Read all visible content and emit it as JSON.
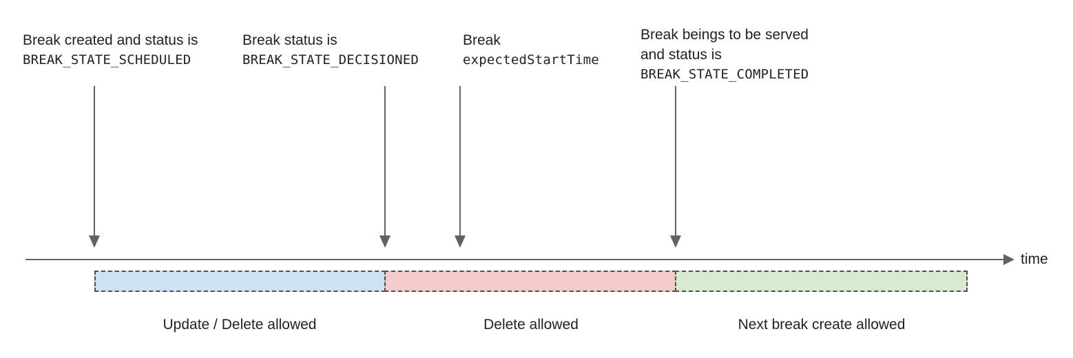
{
  "annotations": [
    {
      "line1": "Break created and status is",
      "code": "BREAK_STATE_SCHEDULED"
    },
    {
      "line1": "Break status is",
      "code": "BREAK_STATE_DECISIONED"
    },
    {
      "line1": "Break",
      "code": "expectedStartTime"
    },
    {
      "line1": "Break beings to be served",
      "line2": "and status is",
      "code": "BREAK_STATE_COMPLETED"
    }
  ],
  "timeline": {
    "axis_label": "time",
    "line_color": "#5f6368"
  },
  "segments": [
    {
      "label": "Update / Delete allowed",
      "fill": "#cfe2f3"
    },
    {
      "label": "Delete allowed",
      "fill": "#f4cccc"
    },
    {
      "label": "Next break create allowed",
      "fill": "#d9ead3"
    }
  ],
  "colors": {
    "text": "#202124",
    "arrow": "#5f6368",
    "segment_border": "#4d4d4d",
    "background": "#ffffff"
  }
}
